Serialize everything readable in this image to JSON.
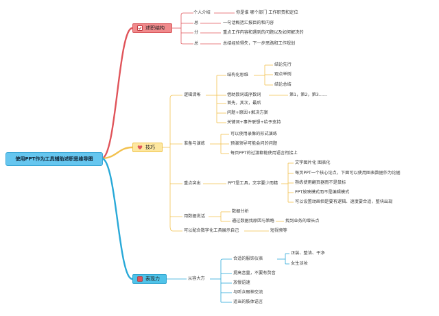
{
  "root": "使用PPT作为工具辅助述职思维导图",
  "branches": [
    {
      "id": "b1",
      "label": "述职结构",
      "color": "#e0545a",
      "icon": "checkbox-icon",
      "children": [
        {
          "label": "个人介绍",
          "note": "你是谁 哪个部门 工作职责和定位"
        },
        {
          "label": "总",
          "note": "一句话概括汇报目的和内容"
        },
        {
          "label": "分",
          "note": "重点工作内容和遇到的问题以及如何解决的"
        },
        {
          "label": "总",
          "note": "总结经验得失，下一步思路和工作规划"
        }
      ]
    },
    {
      "id": "b2",
      "label": "技巧",
      "color": "#f2c14e",
      "icon": "heart-icon",
      "children": [
        {
          "label": "逻辑清晰",
          "children": [
            {
              "label": "结构化思维",
              "children": [
                "结论先行",
                "观点举例",
                "结论总结"
              ]
            },
            {
              "label": "借助数词或序数词",
              "note": "第1，第2，第3……"
            },
            {
              "label": "首先，其次，最后"
            },
            {
              "label": "问题+原因+解决方案"
            },
            {
              "label": "关键词+事件联想+给予支持"
            }
          ]
        },
        {
          "label": "准备与演练",
          "children": [
            "可以使用录像的形式演练",
            "预演领导可能会问的问题",
            "每页PPT的过渡都能使用语言衔接上"
          ]
        },
        {
          "label": "重点突出",
          "sub": "PPT是工具，文字要少而精",
          "children": [
            "文字图片化 图表化",
            "每页PPT一个核心论点，下面可以使用图表数据作为论据",
            "熟练使用翻页器而不是鼠标",
            "PPT放映模式而不是编辑模式",
            "可以设置动画但是要有逻辑、速度要合适，整块出现"
          ]
        },
        {
          "label": "用数据说话",
          "children": [
            {
              "label": "数据分析"
            },
            {
              "label": "通过数据找原因与策略",
              "note": "找到业务的增长点"
            }
          ]
        },
        {
          "label": "可以配合数字化工具展示自己",
          "note": "短视频等"
        }
      ]
    },
    {
      "id": "b3",
      "label": "表现力",
      "color": "#29a9d8",
      "icon": "square-icon",
      "children": [
        {
          "label": "从容大方",
          "children": [
            {
              "label": "合适的服饰仪表",
              "children": [
                "正装、整洁、干净",
                "女生淡妆"
              ]
            },
            {
              "label": "提高音量，不要有赘音"
            },
            {
              "label": "放慢语速"
            },
            {
              "label": "与听众眼神交流"
            },
            {
              "label": "适当的肢体语言"
            }
          ]
        }
      ]
    }
  ]
}
